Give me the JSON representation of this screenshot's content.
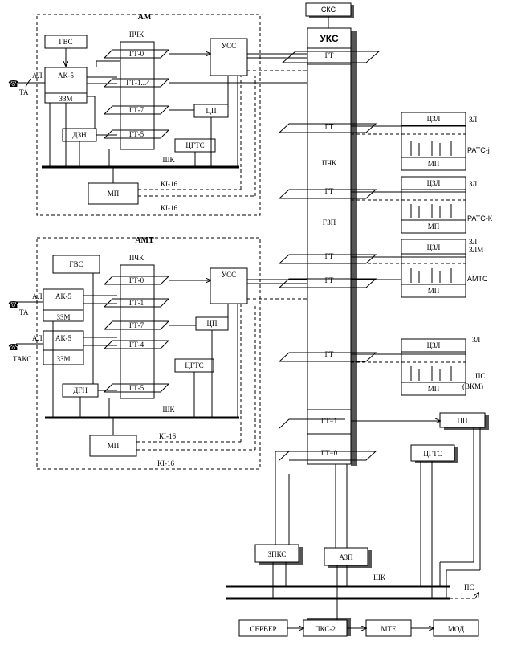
{
  "top": {
    "sks": "СКС",
    "uks": "УКС"
  },
  "am": {
    "title": "АМ",
    "gvs": "ГВС",
    "ak5": "АК-5",
    "zzm": "ЗЗМ",
    "dzn": "ДЗН",
    "mp": "МП",
    "pchk": "ПЧК",
    "gt0": "ГТ-0",
    "gt14": "ГТ-1...4",
    "gt7": "ГТ-7",
    "gt5": "ГТ-5",
    "uss": "УСС",
    "tsp": "ЦП",
    "tsgts": "ЦГТС",
    "shk": "ШК",
    "al": "АЛ",
    "ta": "ТА",
    "ki16a": "КІ-16",
    "ki16b": "КІ-16"
  },
  "amt": {
    "title": "АМТ",
    "gvs": "ГВС",
    "ak5a": "АК-5",
    "ak5b": "АК-5",
    "zzm_a": "ЗЗМ",
    "zzm_b": "ЗЗМ",
    "dgn": "ДГН",
    "mp": "МП",
    "pchk": "ПЧК",
    "gt0": "ГТ-0",
    "gt1": "ГТ-1",
    "gt7": "ГТ-7",
    "gt4": "ГТ-4",
    "gt5": "ГТ-5",
    "uss": "УСС",
    "tsp": "ЦП",
    "tsgts": "ЦГТС",
    "shk": "ШК",
    "al_a": "АЛ",
    "ta": "ТА",
    "al_b": "АЛ",
    "taks": "ТАКС",
    "ki16a": "КІ-16",
    "ki16b": "КІ-16"
  },
  "uks_col": {
    "gt_top": "ГТ",
    "gt1": "ГТ",
    "pchk": "ПЧК",
    "gt2": "ГТ",
    "gzp": "ГЗП",
    "gt3": "ГТ",
    "gt4": "ГТ",
    "gt5": "ГТ",
    "gt_1": "ГТ−1",
    "gt_0": "ГТ−0"
  },
  "right": {
    "b1": {
      "top": "ЦЗЛ",
      "bot": "МП",
      "lab1": "ЗЛ",
      "lab2": "РАТС-j"
    },
    "b2": {
      "top": "ЦЗЛ",
      "bot": "МП",
      "lab1": "ЗЛ",
      "lab2": "РАТС-К"
    },
    "b3": {
      "top": "ЦЗЛ",
      "bot": "МП",
      "lab1": "ЗЛ",
      "lab1b": "ЗЛМ",
      "lab2": "АМТС"
    },
    "b4": {
      "top": "ЦЗЛ",
      "bot": "МП",
      "lab1": "ЗЛ",
      "lab2": "ПС",
      "lab3": "(ВКМ)"
    },
    "tsp": "ЦП",
    "tsgts": "ЦГТС"
  },
  "bottom": {
    "zpks": "ЗПКС",
    "azp": "АЗП",
    "shk": "ШК",
    "ps": "ПС",
    "server": "СЕРВЕР",
    "pks2": "ПКС-2",
    "mte": "МТЕ",
    "mod": "МОД"
  }
}
